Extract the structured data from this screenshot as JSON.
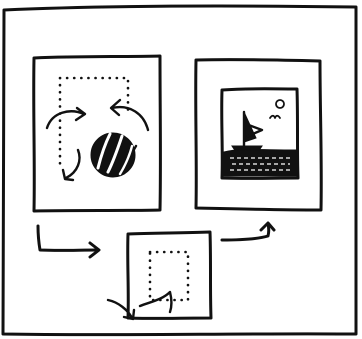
{
  "diagram": {
    "style": "hand-drawn pencil sketch",
    "frames": [
      {
        "id": "source-page",
        "contains": [
          "dotted-selection-box",
          "rotate-arrows",
          "striped-ball"
        ]
      },
      {
        "id": "result-page",
        "contains": [
          "landscape-photo",
          "sailboat",
          "sun",
          "birds",
          "waves"
        ]
      },
      {
        "id": "crop-card",
        "contains": [
          "dotted-selection-box",
          "corner-resize-handle"
        ]
      }
    ],
    "arrows": [
      "source-to-crop",
      "crop-to-result",
      "drag-corner"
    ]
  }
}
